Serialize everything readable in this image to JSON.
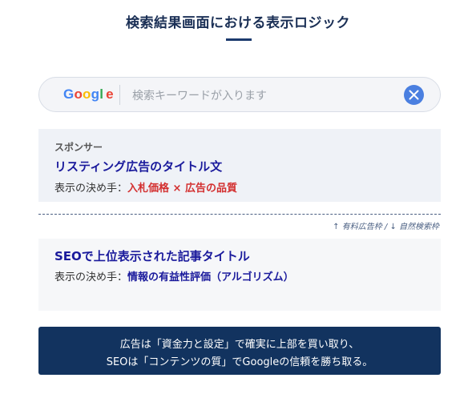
{
  "header": {
    "title": "検索結果画面における表示ロジック"
  },
  "search": {
    "logo": {
      "letters": [
        "G",
        "o",
        "o",
        "g",
        "l",
        "e"
      ],
      "colors": [
        "#4285F4",
        "#EA4335",
        "#FBBC05",
        "#4285F4",
        "#34A853",
        "#EA4335"
      ]
    },
    "placeholder": "検索キーワードが入ります",
    "clear_icon": "close-icon"
  },
  "sponsored": {
    "label": "スポンサー",
    "title": "リスティング広告のタイトル文",
    "factor_prefix": "表示の決め手：",
    "factor_value": "入札価格 × 広告の品質"
  },
  "divider": {
    "note": "↑ 有料広告枠 / ↓ 自然検索枠"
  },
  "organic": {
    "title": "SEOで上位表示された記事タイトル",
    "factor_prefix": "表示の決め手：",
    "factor_value": "情報の有益性評価（アルゴリズム）"
  },
  "summary": {
    "line1": "広告は「資金力と設定」で確実に上部を買い取り、",
    "line2": "SEOは「コンテンツの質」でGoogleの信頼を勝ち取る。"
  },
  "colors": {
    "accent_navy": "#12335f",
    "link_blue": "#1a1a9c",
    "highlight_red": "#d32f2f",
    "clear_blue": "#4a7fe0"
  }
}
